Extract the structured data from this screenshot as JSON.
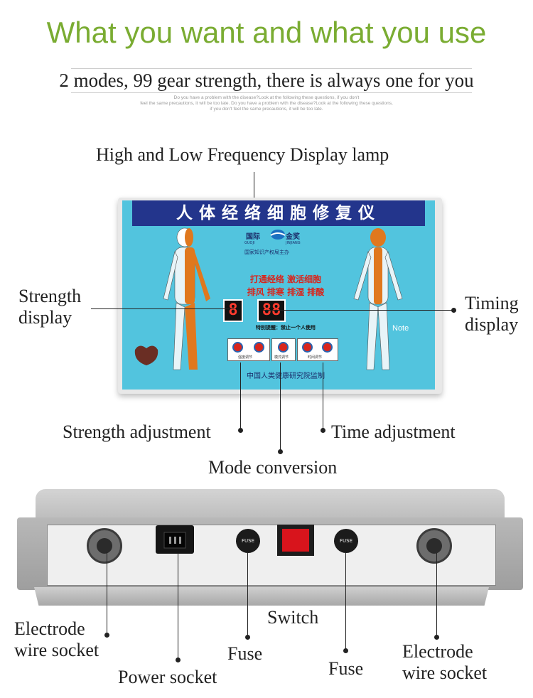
{
  "headline": "What you want and what you use",
  "subheadline": "2 modes, 99 gear strength, there is always one for you",
  "fine_print": [
    "Do you have a problem with the disease?Look at the following these questions, if you don't",
    "feel the same precautions, it will be too late. Do you have a problem with the disease?Look at the following these questions,",
    "if you don't feel the same precautions, it will be too late."
  ],
  "callouts": {
    "frequency_lamp": "High and Low Frequency Display lamp",
    "strength_display_1": "Strength",
    "strength_display_2": "display",
    "timing_display_1": "Timing",
    "timing_display_2": "display",
    "strength_adjustment": "Strength adjustment",
    "time_adjustment": "Time adjustment",
    "mode_conversion": "Mode conversion",
    "electrode_left_1": "Electrode",
    "electrode_left_2": "wire socket",
    "power_socket": "Power socket",
    "fuse_left": "Fuse",
    "switch": "Switch",
    "fuse_right": "Fuse",
    "electrode_right_1": "Electrode",
    "electrode_right_2": "wire socket"
  },
  "panel": {
    "title": "人体经络细胞修复仪",
    "logo_left": "国际",
    "logo_right": "金奖",
    "logo_sub_left": "GUOJI",
    "logo_sub_right": "JINJIANG",
    "authority": "国家知识产权局主办",
    "slogan_1": "打通经络  激活细胞",
    "slogan_2": "排风 排寒 排湿 排酸",
    "warning": "特别提醒：禁止一个人使用",
    "footer": "中国人类健康研究院监制",
    "strength_value": "8",
    "timer_value": "88",
    "note": "Note",
    "btn_strength": "强度调节",
    "btn_mode": "模式调节",
    "btn_time": "时间调节"
  },
  "rear": {
    "fuse_label": "FUSE"
  },
  "colors": {
    "headline": "#7aac32",
    "panel": "#52c4de",
    "panel_title_bar": "#23358c",
    "switch": "#d8141c"
  }
}
